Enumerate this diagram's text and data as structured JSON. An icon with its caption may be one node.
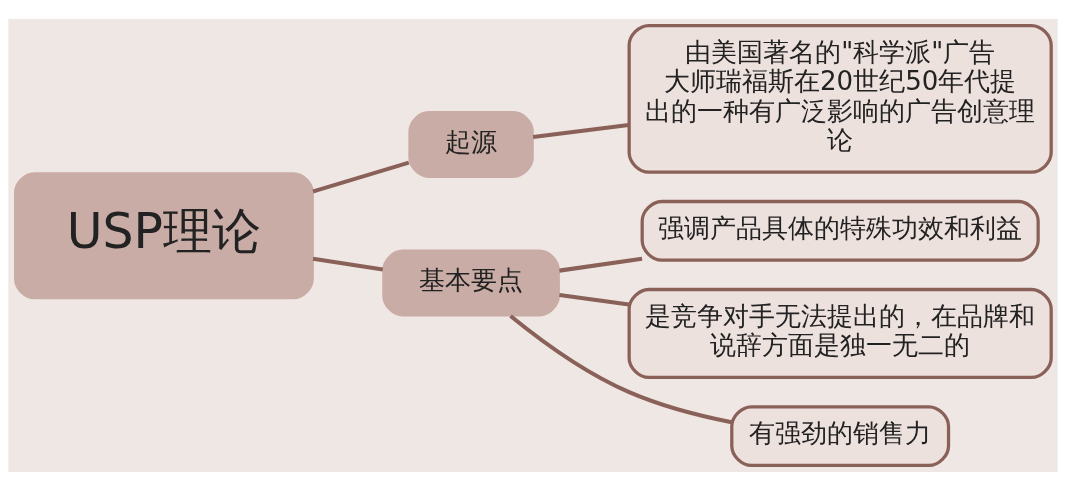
{
  "diagram": {
    "nodes": [
      {
        "text": [
          "USP理论"
        ]
      },
      {
        "text": [
          "起源"
        ]
      },
      {
        "text": [
          "由美国著名的\"科学派\"广告大师瑞福斯在20世纪50年代提出的一种有广泛影响的广告创意理论"
        ]
      },
      {
        "text": [
          "基本要点"
        ]
      },
      {
        "text": [
          "强调产品具体的特殊功效和利益"
        ]
      },
      {
        "text": [
          "是竞争对手无法提出的，在品牌和说辞方面是独一无二的"
        ]
      },
      {
        "text": [
          "有强劲的销售力"
        ]
      }
    ],
    "edges": [
      {
        "from": 0,
        "to": 1,
        "arrow": "none"
      },
      {
        "from": 1,
        "to": 2,
        "arrow": "none"
      },
      {
        "from": 0,
        "to": 3,
        "arrow": "none"
      },
      {
        "from": 3,
        "to": 4,
        "arrow": "none"
      },
      {
        "from": 3,
        "to": 5,
        "arrow": "none"
      },
      {
        "from": 3,
        "to": 6,
        "arrow": "none"
      }
    ]
  }
}
